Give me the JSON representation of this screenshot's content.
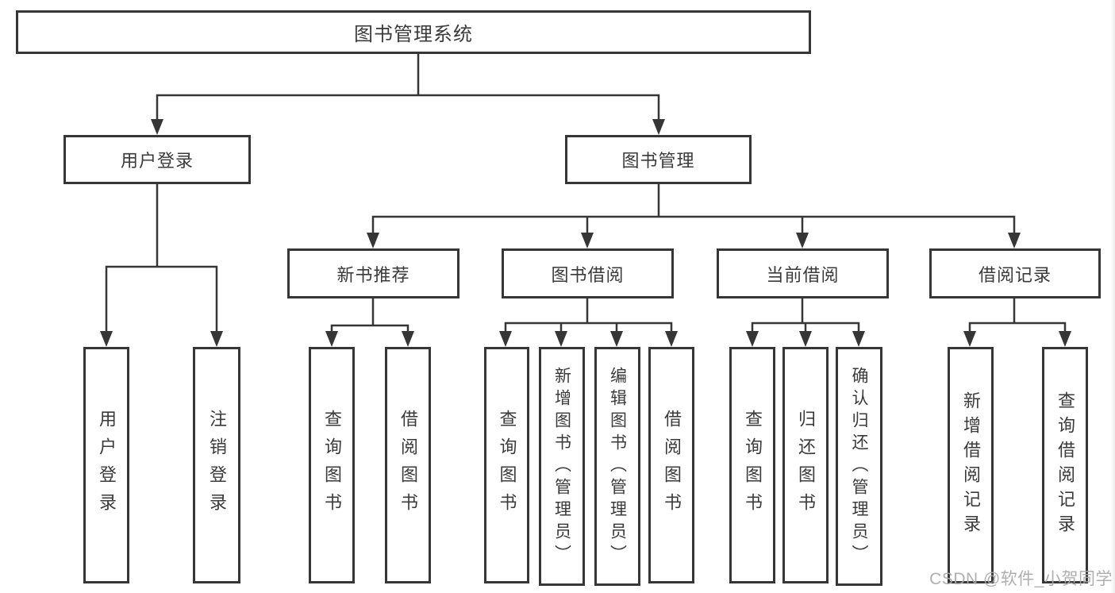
{
  "diagram": {
    "root": "图书管理系统",
    "children": [
      {
        "label": "用户登录",
        "children": [
          "用户登录",
          "注销登录"
        ]
      },
      {
        "label": "图书管理",
        "children": [
          {
            "label": "新书推荐",
            "children": [
              "查询图书",
              "借阅图书"
            ]
          },
          {
            "label": "图书借阅",
            "children": [
              "查询图书",
              "新增图书（管理员）",
              "编辑图书（管理员）",
              "借阅图书"
            ]
          },
          {
            "label": "当前借阅",
            "children": [
              "查询图书",
              "归还图书",
              "确认归还（管理员）"
            ]
          },
          {
            "label": "借阅记录",
            "children": [
              "新增借阅记录",
              "查询借阅记录"
            ]
          }
        ]
      }
    ]
  },
  "watermark": "CSDN @软件_小贺同学",
  "colors": {
    "background": "#ffffff",
    "box_border": "#363636",
    "connector_line": "#363636",
    "text": "#3a3a3a",
    "watermark_text": "#a8a8a8"
  }
}
